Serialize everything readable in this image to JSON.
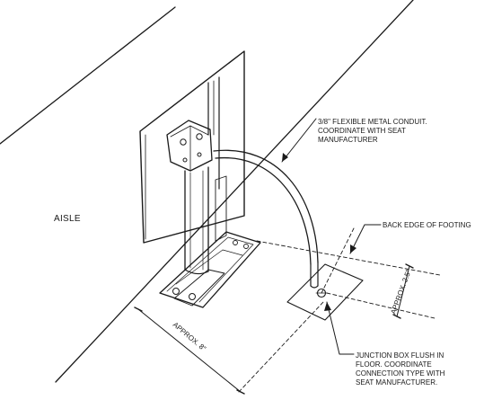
{
  "labels": {
    "aisle": "AISLE",
    "conduit_note": [
      "3/8\" FLEXIBLE METAL CONDUIT.",
      "COORDINATE WITH SEAT",
      "MANUFACTURER"
    ],
    "footing_note": "BACK EDGE OF FOOTING",
    "junction_note": [
      "JUNCTION BOX FLUSH IN",
      "FLOOR. COORDINATE",
      "CONNECTION TYPE WITH",
      "SEAT MANUFACTURER."
    ],
    "dim_short": "APPROX. 2.5\"",
    "dim_long": "APPROX. 8\""
  }
}
